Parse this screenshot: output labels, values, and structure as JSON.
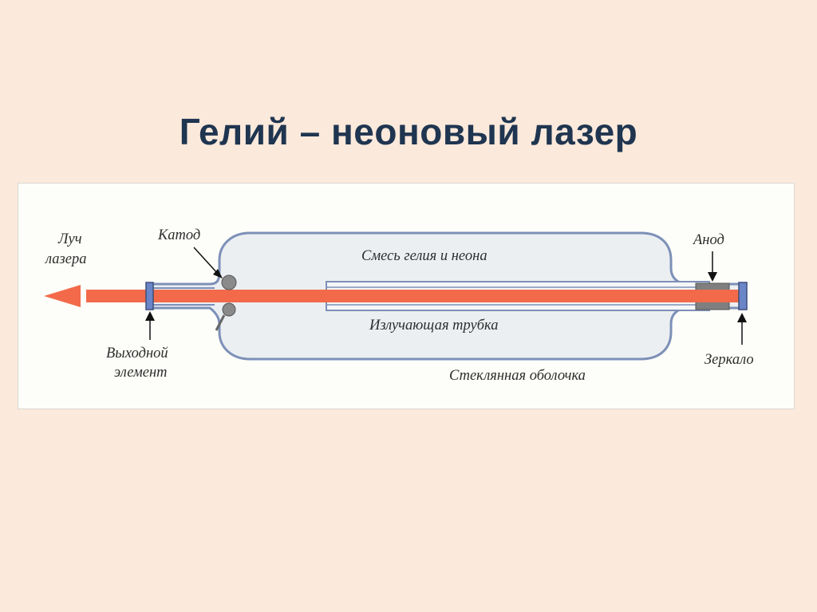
{
  "slide": {
    "title": "Гелий – неоновый  лазер"
  },
  "diagram": {
    "labels": {
      "beam_line1": "Луч",
      "beam_line2": "лазера",
      "cathode": "Катод",
      "anode": "Анод",
      "gas_mixture": "Смесь гелия и неона",
      "discharge_tube": "Излучающая трубка",
      "output_line1": "Выходной",
      "output_line2": "элемент",
      "mirror": "Зеркало",
      "glass_envelope": "Стеклянная оболочка"
    },
    "colors": {
      "beam": "#f26a4a",
      "envelope_fill": "#eceff2",
      "envelope_stroke": "#7d90b8",
      "mirror": "#6a86c8",
      "electrode": "#8a8a8a"
    }
  }
}
